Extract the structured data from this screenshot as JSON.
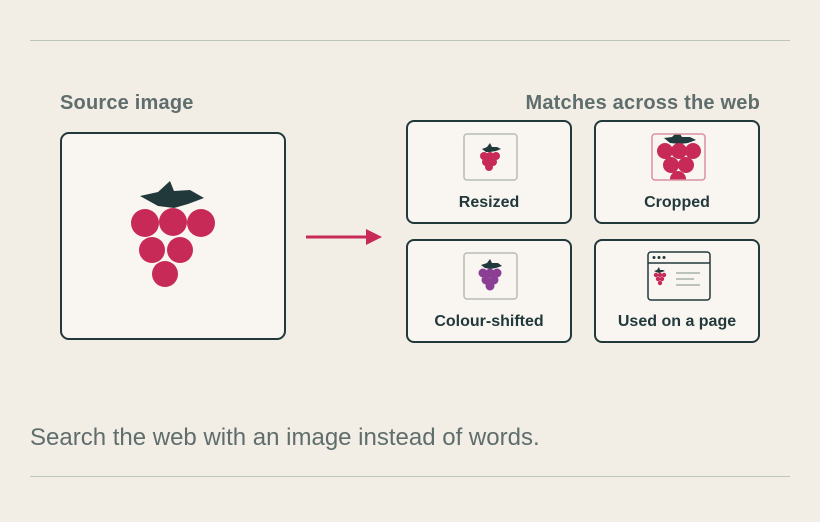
{
  "source": {
    "heading": "Source image"
  },
  "matches": {
    "heading": "Matches across the web",
    "items": [
      {
        "label": "Resized"
      },
      {
        "label": "Cropped"
      },
      {
        "label": "Colour-shifted"
      },
      {
        "label": "Used on a page"
      }
    ]
  },
  "caption": "Search the web with an image instead of words.",
  "colors": {
    "background": "#f2ede5",
    "ink": "#22393b",
    "muted_text": "#5f6e6c",
    "raspberry": "#c72a57",
    "purple": "#8a3e94",
    "leaf": "#22393b",
    "arrow": "#c72a57"
  }
}
